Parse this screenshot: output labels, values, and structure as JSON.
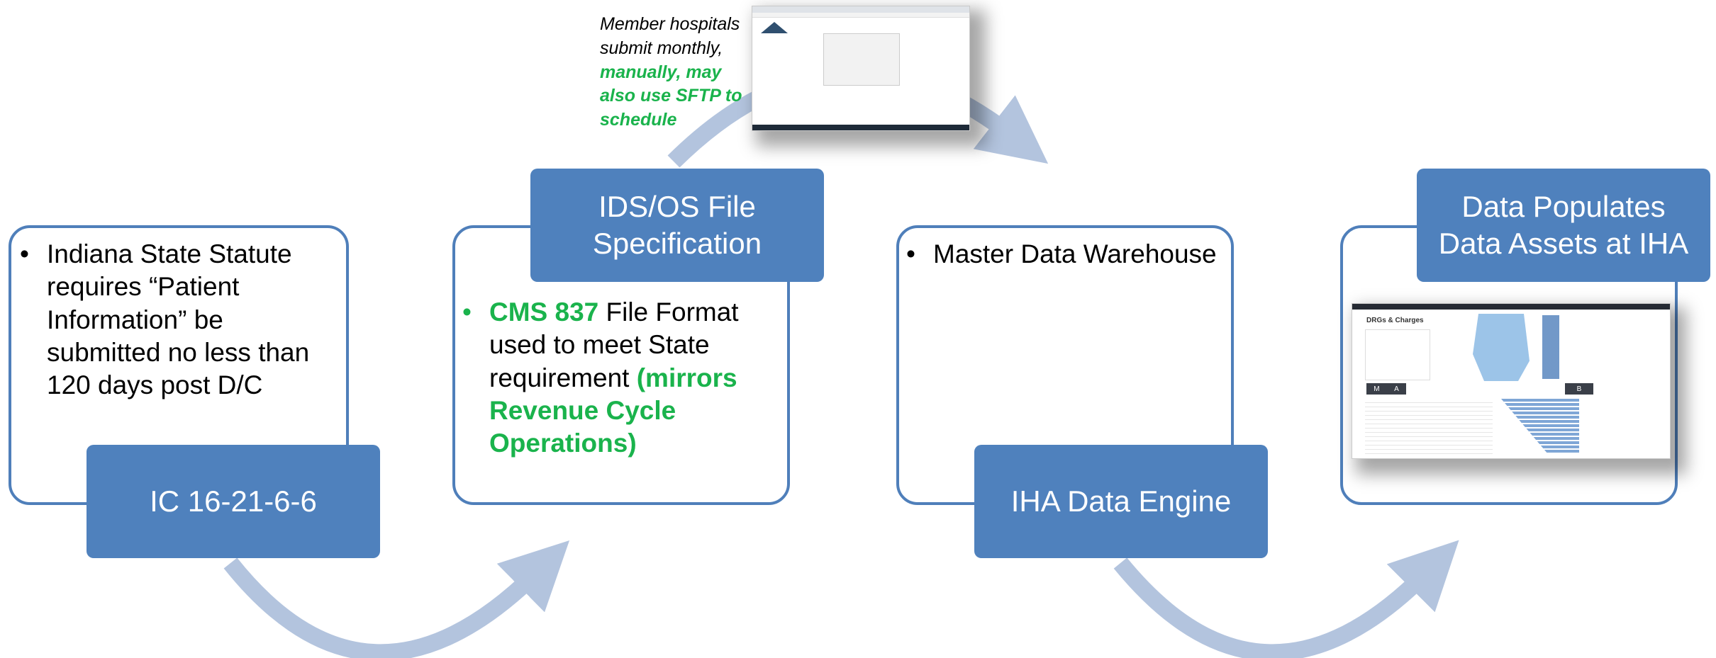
{
  "steps": [
    {
      "box_label_lines": [
        "IC 16-21-6-6"
      ],
      "bullet_segments": [
        {
          "text": "Indiana State Statute requires “Patient Information” be submitted no less than 120 days post D/C",
          "style": "normal"
        }
      ]
    },
    {
      "box_label_lines": [
        "IDS/OS File",
        "Specification"
      ],
      "bullet_segments": [
        {
          "text": "CMS 837",
          "style": "green"
        },
        {
          "text": " File Format used to meet State requirement ",
          "style": "normal"
        },
        {
          "text": "(mirrors Revenue Cycle Operations)",
          "style": "green"
        }
      ]
    },
    {
      "box_label_lines": [
        "IHA Data Engine"
      ],
      "bullet_segments": [
        {
          "text": "Master Data Warehouse",
          "style": "normal"
        }
      ]
    },
    {
      "box_label_lines": [
        "Data Populates",
        "Data Assets at IHA"
      ],
      "bullet_segments": []
    }
  ],
  "note": {
    "plain": "Member hospitals submit monthly,",
    "green": "manually, may also use SFTP to schedule"
  },
  "dashboard": {
    "title": "DRGs & Charges",
    "left_badge": "M",
    "left_badge2": "A",
    "right_badge": "B"
  },
  "bullet_glyph": "•",
  "colors": {
    "box_fill": "#4f81bd",
    "card_border": "#4f7fba",
    "arrow": "#b3c4de",
    "green_text": "#1ab34c"
  }
}
